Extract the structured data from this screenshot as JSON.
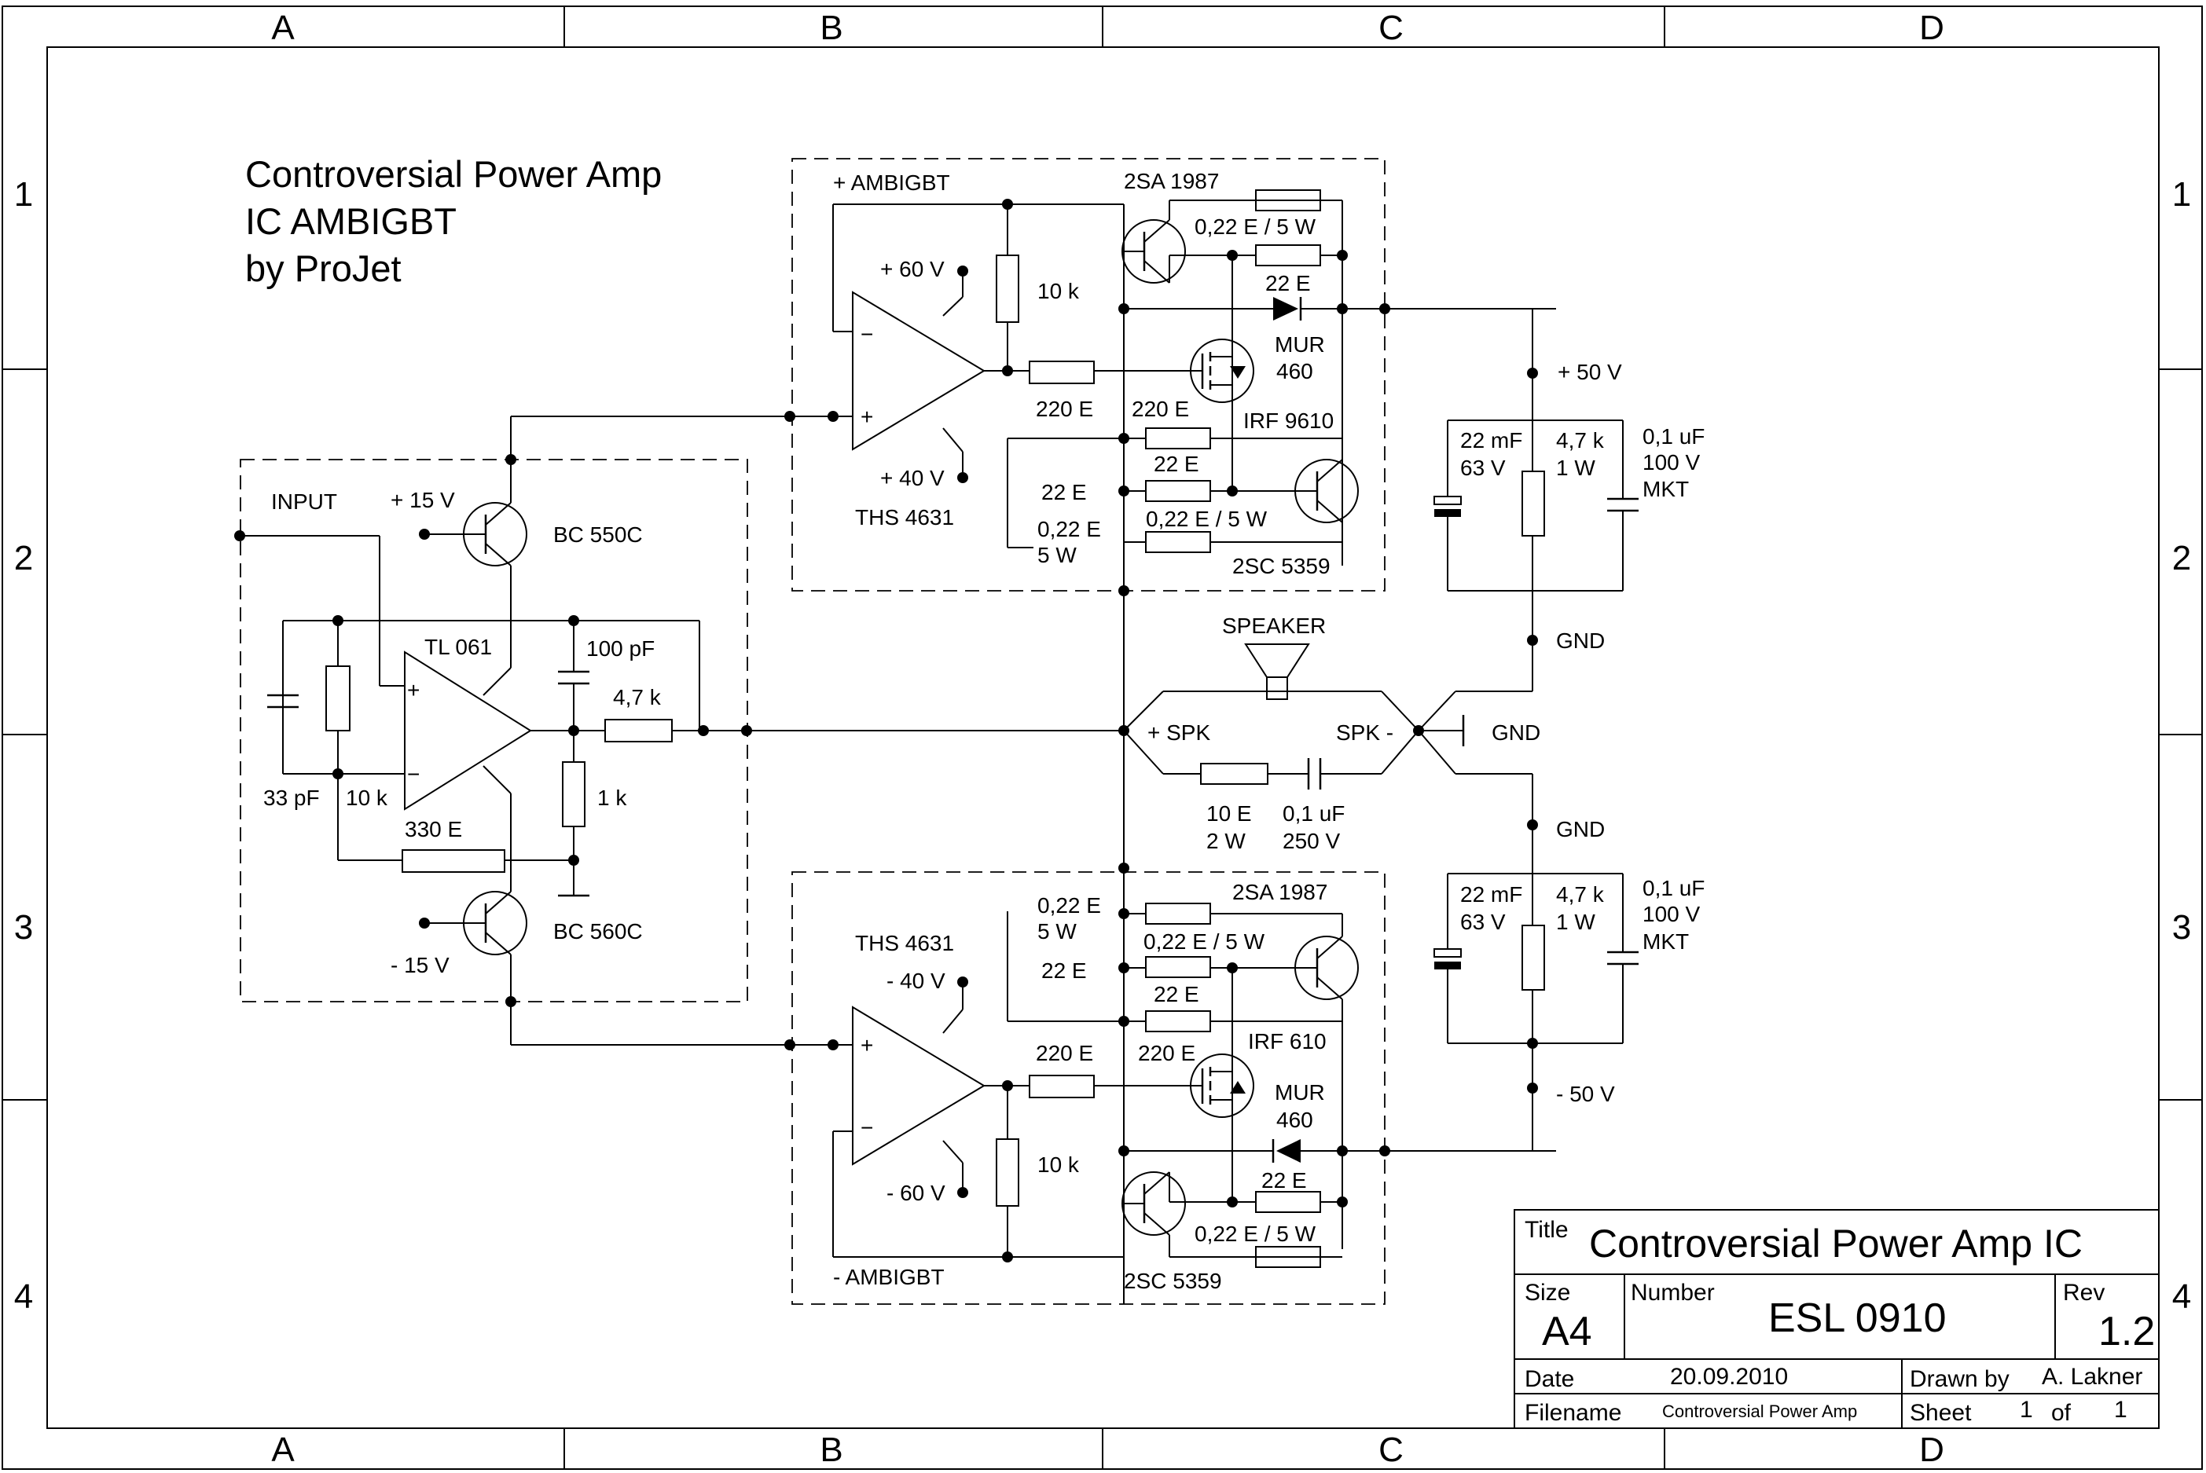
{
  "title_lines": [
    "Controversial Power Amp",
    "IC AMBIGBT",
    "by ProJet"
  ],
  "grid": {
    "cols": [
      "A",
      "B",
      "C",
      "D"
    ],
    "rows": [
      "1",
      "2",
      "3",
      "4"
    ]
  },
  "labels": {
    "input": "INPUT",
    "p15": "+ 15 V",
    "m15": "- 15 V",
    "bc550": "BC 550C",
    "bc560": "BC 560C",
    "tl061": "TL 061",
    "pf100": "100 pF",
    "pf33": "33 pF",
    "k10_in": "10 k",
    "k47_in": "4,7 k",
    "k1": "1 k",
    "e330": "330 E",
    "p_ambigbt": "+ AMBIGBT",
    "m_ambigbt": "- AMBIGBT",
    "p60": "+ 60 V",
    "p40": "+ 40 V",
    "m40": "- 40 V",
    "m60": "- 60 V",
    "ths_top": "THS 4631",
    "ths_bot": "THS 4631",
    "k10_top": "10 k",
    "k10_bot": "10 k",
    "e220_top": "220 E",
    "e220_bot": "220 E",
    "e220_top2": "220 E",
    "e220_bot2": "220 E",
    "sa1987_top": "2SA 1987",
    "sa1987_bot": "2SA 1987",
    "sc5359_top": "2SC 5359",
    "sc5359_bot": "2SC 5359",
    "r022_5w_a": "0,22 E / 5 W",
    "r022_5w_b": "0,22 E / 5 W",
    "r022_5w_c": "0,22 E / 5 W",
    "r022_5w_d": "0,22 E / 5 W",
    "e22_a": "22 E",
    "e22_b": "22 E",
    "e22_c": "22 E",
    "e22_d": "22 E",
    "e22_e": "22 E",
    "e22_f": "22 E",
    "r022_top_l1": "0,22 E",
    "r022_top_l2": "5 W",
    "r022_bot_l1": "0,22 E",
    "r022_bot_l2": "5 W",
    "mur_top_1": "MUR",
    "mur_top_2": "460",
    "mur_bot_1": "MUR",
    "mur_bot_2": "460",
    "irf9610": "IRF 9610",
    "irf610": "IRF 610",
    "p50": "+ 50 V",
    "m50": "- 50 V",
    "gnd1": "GND",
    "gnd2": "GND",
    "gnd3": "GND",
    "mf22_top_1": "22 mF",
    "mf22_top_2": "63 V",
    "mf22_bot_1": "22 mF",
    "mf22_bot_2": "63 V",
    "k47_top_1": "4,7 k",
    "k47_top_2": "1 W",
    "k47_bot_1": "4,7 k",
    "k47_bot_2": "1 W",
    "uf01_top_1": "0,1 uF",
    "uf01_top_2": "100 V",
    "uf01_top_3": "MKT",
    "uf01_bot_1": "0,1 uF",
    "uf01_bot_2": "100 V",
    "uf01_bot_3": "MKT",
    "speaker": "SPEAKER",
    "spk_p": "+ SPK",
    "spk_m": "SPK -",
    "zob_r1": "10 E",
    "zob_r2": "2 W",
    "zob_c1": "0,1 uF",
    "zob_c2": "250 V"
  },
  "title_block": {
    "title_label": "Title",
    "title": "Controversial Power Amp IC",
    "size_label": "Size",
    "size": "A4",
    "number_label": "Number",
    "number": "ESL 0910",
    "rev_label": "Rev",
    "rev": "1.2",
    "date_label": "Date",
    "date": "20.09.2010",
    "drawn_label": "Drawn by",
    "drawn": "A. Lakner",
    "filename_label": "Filename",
    "filename": "Controversial Power Amp",
    "sheet_label": "Sheet",
    "sheet": "1",
    "of_label": "of",
    "of": "1"
  }
}
